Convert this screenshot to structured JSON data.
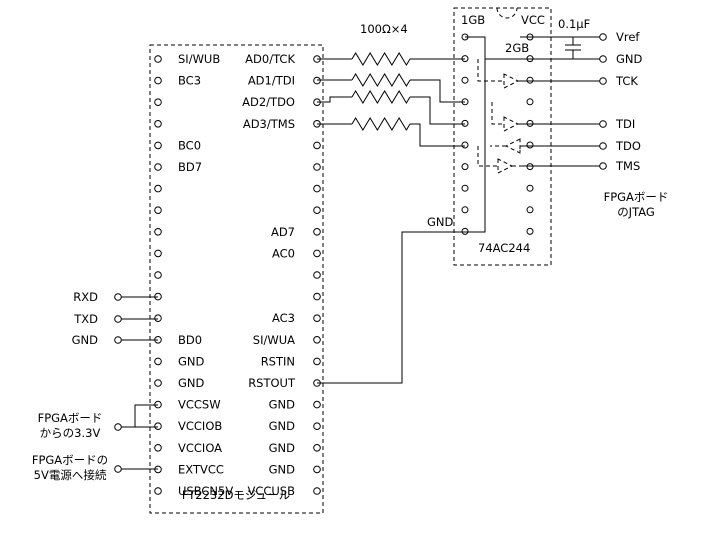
{
  "module": {
    "title": "FT2232Dモジュール",
    "left_pins": [
      "SI/WUB",
      "BC3",
      "",
      "",
      "BC0",
      "BD7",
      "",
      "",
      "",
      "",
      "",
      "",
      "",
      "BD0",
      "GND",
      "GND",
      "VCCSW",
      "VCCIOB",
      "VCCIOA",
      "EXTVCC",
      "USBCN5V"
    ],
    "right_pins": [
      "AD0/TCK",
      "AD1/TDI",
      "AD2/TDO",
      "AD3/TMS",
      "",
      "",
      "",
      "",
      "AD7",
      "AC0",
      "",
      "",
      "AC3",
      "SI/WUA",
      "RSTIN",
      "RSTOUT",
      "GND",
      "GND",
      "GND",
      "GND",
      "VCCUSB"
    ]
  },
  "left_signals": [
    "RXD",
    "TXD",
    "GND"
  ],
  "power_note_1": [
    "FPGAボード",
    "からの3.3V"
  ],
  "power_note_2": [
    "FPGAボードの",
    "5V電源へ接続"
  ],
  "resistor_label": "100Ω×4",
  "buffer": {
    "label": "74AC244",
    "gate1": "1GB",
    "gate2": "2GB",
    "vcc": "VCC",
    "gnd": "GND"
  },
  "capacitor_label": "0.1μF",
  "jtag_signals": [
    "Vref",
    "GND",
    "TCK",
    "TDI",
    "TDO",
    "TMS"
  ],
  "jtag_note": [
    "FPGAボード",
    "のJTAG"
  ]
}
